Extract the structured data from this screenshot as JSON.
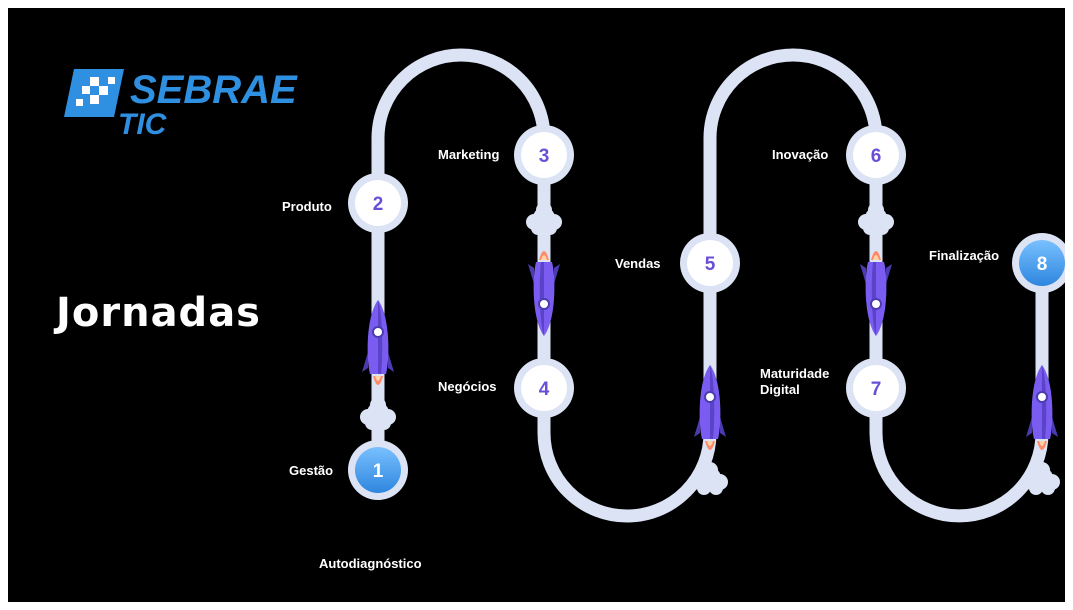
{
  "logo": {
    "line1": "SEBRAE",
    "line2": "TIC",
    "color": "#2f8fe0"
  },
  "title": "Jornadas",
  "path_color": "#dbe3f4",
  "node_color": "#6a4fd6",
  "accent_node_color": "#4aa3f0",
  "steps": [
    {
      "number": "1",
      "label": "Gestão",
      "highlighted": true
    },
    {
      "number": "2",
      "label": "Produto",
      "highlighted": false
    },
    {
      "number": "3",
      "label": "Marketing",
      "highlighted": false
    },
    {
      "number": "4",
      "label": "Negócios",
      "highlighted": false
    },
    {
      "number": "5",
      "label": "Vendas",
      "highlighted": false
    },
    {
      "number": "6",
      "label": "Inovação",
      "highlighted": false
    },
    {
      "number": "7",
      "label": "Maturidade Digital",
      "highlighted": false
    },
    {
      "number": "8",
      "label": "Finalização",
      "highlighted": true
    }
  ],
  "start_label": "Autodiagnóstico",
  "icons": [
    "rocket-icon",
    "cloud-icon"
  ]
}
